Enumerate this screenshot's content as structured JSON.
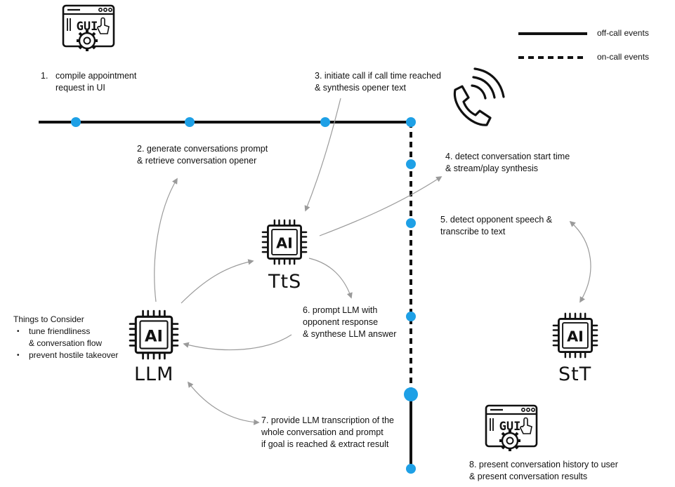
{
  "legend": {
    "solid_label": "off-call events",
    "dashed_label": "on-call events"
  },
  "steps": {
    "s1_num": "1.",
    "s1_line1": "compile appointment",
    "s1_line2": "request in UI",
    "s2_line1": "2. generate conversations prompt",
    "s2_line2": "& retrieve conversation opener",
    "s3_line1": "3. initiate call if call time reached",
    "s3_line2": "& synthesis opener text",
    "s4_line1": "4. detect conversation start time",
    "s4_line2": "& stream/play synthesis",
    "s5_line1": "5. detect opponent speech &",
    "s5_line2": "transcribe to text",
    "s6_line1": "6. prompt LLM with",
    "s6_line2": "opponent response",
    "s6_line3": "& synthese LLM answer",
    "s7_line1": "7. provide LLM transcription of the",
    "s7_line2": "whole conversation and prompt",
    "s7_line3": "if goal is reached & extract result",
    "s8_line1": "8. present conversation history to user",
    "s8_line2": "& present conversation results"
  },
  "nodes": {
    "tts": "TtS",
    "llm": "LLM",
    "stt": "StT",
    "chip_text": "AI",
    "gui_text": "GUI"
  },
  "consider": {
    "title": "Things to Consider",
    "items": [
      "tune friendliness",
      "& conversation flow",
      "prevent hostile takeover"
    ]
  },
  "colors": {
    "dot": "#1ea0e6",
    "line": "#111111",
    "arrow": "#9a9a9a"
  },
  "icons": [
    "gui-window-icon",
    "ai-chip-icon",
    "phone-ringing-icon",
    "gear-icon"
  ]
}
